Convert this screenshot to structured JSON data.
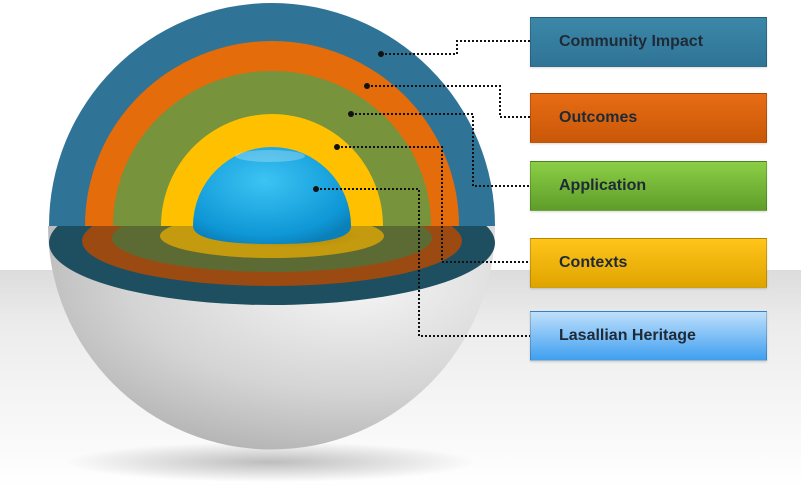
{
  "diagram": {
    "layers": [
      {
        "id": "community",
        "label": "Community Impact",
        "color": "#2f7496"
      },
      {
        "id": "outcomes",
        "label": "Outcomes",
        "color": "#e46c0a"
      },
      {
        "id": "application",
        "label": "Application",
        "color": "#77933c"
      },
      {
        "id": "contexts",
        "label": "Contexts",
        "color": "#ffc000"
      },
      {
        "id": "heritage",
        "label": "Lasallian Heritage",
        "color": "#1e9fd8"
      }
    ],
    "floor_color": "#e9e9e9",
    "sphere_shell_color": "#d9d9d9"
  }
}
